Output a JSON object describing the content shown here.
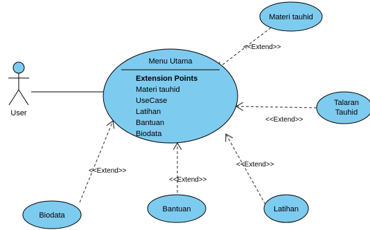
{
  "actor": {
    "name": "User"
  },
  "main_use_case": {
    "title": "Menu Utama",
    "extension_points_header": "Extension Points",
    "extension_points": [
      "Materi tauhid",
      "UseCase",
      "Latihan",
      "Bantuan",
      "Biodata"
    ]
  },
  "extending_use_cases": {
    "materi_tauhid": "Materi tauhid",
    "talaran_tauhid_line1": "Talaran",
    "talaran_tauhid_line2": "Tauhid",
    "biodata": "Biodata",
    "bantuan": "Bantuan",
    "latihan": "Latihan"
  },
  "relations": {
    "extend_label": "<<Extend>>"
  },
  "colors": {
    "usecase_fill": "#7ecbf0",
    "stroke": "#000000",
    "dash_stroke": "#4a4a4a"
  }
}
